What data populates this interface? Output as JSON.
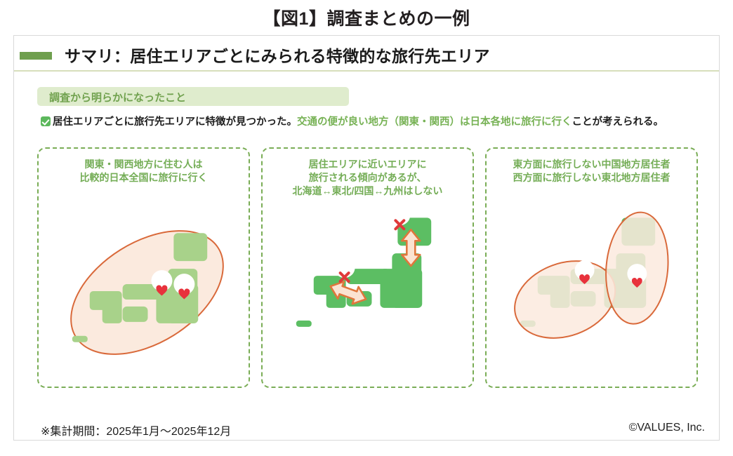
{
  "title": "【図1】調査まとめの一例",
  "header": {
    "title": "サマリ：居住エリアごとにみられる特徴的な旅行先エリア",
    "marker_color": "#6f9f4e"
  },
  "findings": {
    "chip_label": "調査から明らかになったこと",
    "check_icon": "check-icon",
    "bullet_plain_1": "居住エリアごとに旅行先エリアに特徴が見つかった。",
    "bullet_highlight": "交通の便が良い地方（関東・関西）は日本各地に旅行に行く",
    "bullet_plain_2": "ことが考えられる。",
    "highlight_color": "#77b255"
  },
  "panels": [
    {
      "id": "panel-kanto-kansai",
      "caption_lines": [
        "関東・関西地方に住む人は",
        "比較的日本全国に旅行に行く"
      ],
      "markers": [
        "heart-pin",
        "heart-pin"
      ],
      "highlight_shape": "tilted-ellipse"
    },
    {
      "id": "panel-near-area",
      "caption_lines": [
        "居住エリアに近いエリアに",
        "旅行される傾向があるが、",
        "北海道↔東北/四国↔九州はしない"
      ],
      "markers": [
        "x-pin",
        "x-pin"
      ],
      "highlight_shape": "double-arrows"
    },
    {
      "id": "panel-chugoku-tohoku",
      "caption_lines": [
        "東方面に旅行しない中国地方居住者",
        "西方面に旅行しない東北地方居住者"
      ],
      "markers": [
        "heart-pin",
        "heart-pin"
      ],
      "highlight_shape": "two-ellipses"
    }
  ],
  "map_colors": {
    "land_light": "#a8d28a",
    "land_dark": "#5cbe63",
    "ellipse_fill": "#fbeade",
    "ellipse_stroke": "#d9693a",
    "arrow_stroke": "#e0763c",
    "arrow_fill": "#fbe3d2",
    "pin_bg": "#ffffff",
    "heart": "#e8323c",
    "cross": "#e03a3a"
  },
  "footer": {
    "note": "※集計期間：2025年1月〜2025年12月",
    "copyright": "©VALUES, Inc."
  }
}
